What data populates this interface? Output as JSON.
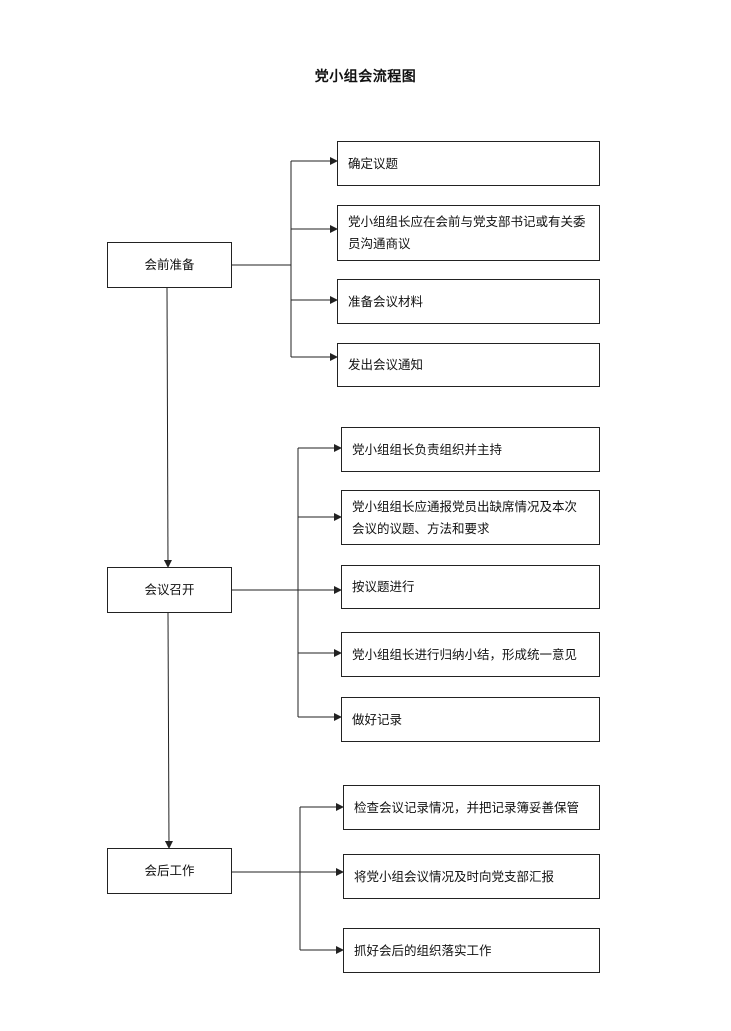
{
  "title": "党小组会流程图",
  "stages": [
    {
      "label": "会前准备",
      "steps": [
        "确定议题",
        "党小组组长应在会前与党支部书记或有关委员沟通商议",
        "准备会议材料",
        "发出会议通知"
      ]
    },
    {
      "label": "会议召开",
      "steps": [
        "党小组组长负责组织并主持",
        "党小组组长应通报党员出缺席情况及本次会议的议题、方法和要求",
        "按议题进行",
        "党小组组长进行归纳小结，形成统一意见",
        "做好记录"
      ]
    },
    {
      "label": "会后工作",
      "steps": [
        "检查会议记录情况，并把记录簿妥善保管",
        "将党小组会议情况及时向党支部汇报",
        "抓好会后的组织落实工作"
      ]
    }
  ]
}
